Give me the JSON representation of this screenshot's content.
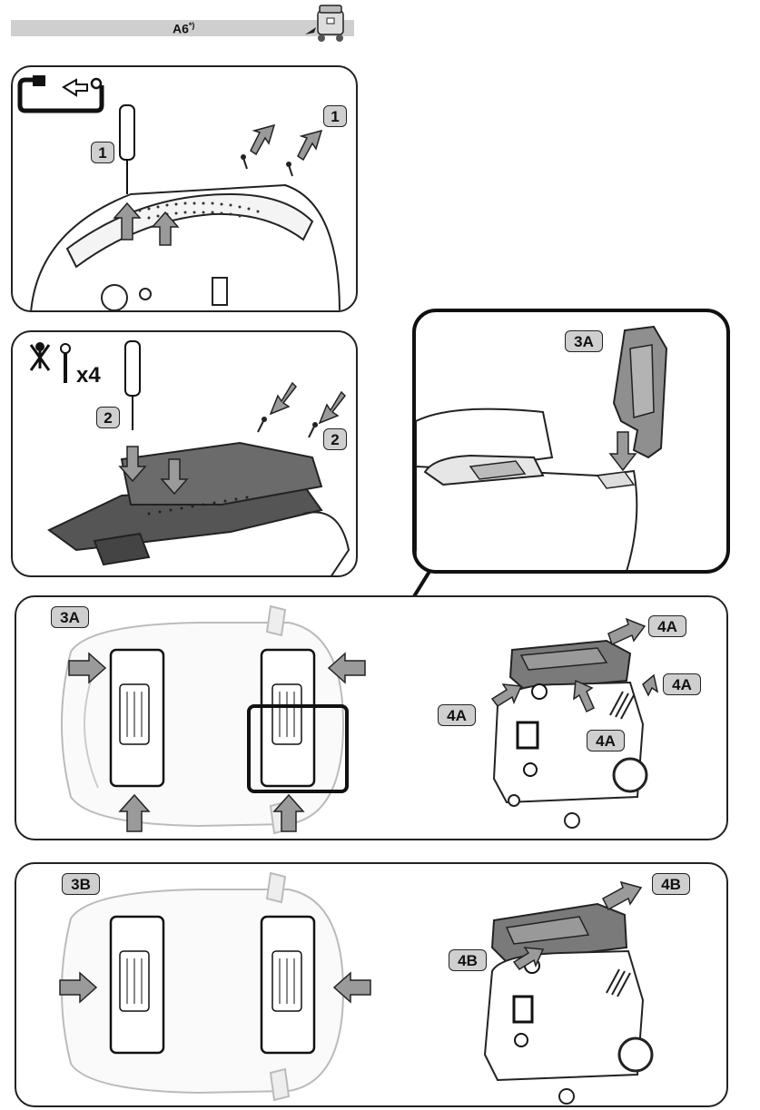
{
  "header": {
    "title": "A6",
    "title_sup": "*)"
  },
  "panel1": {
    "step_left": "1",
    "step_right": "1"
  },
  "panel2": {
    "quantity": "x4",
    "step_left": "2",
    "step_right": "2"
  },
  "detail": {
    "label": "3A"
  },
  "panel3": {
    "label_top_left": "3A",
    "labels_4a": [
      "4A",
      "4A",
      "4A",
      "4A"
    ]
  },
  "panel4": {
    "label_top_left": "3B",
    "labels_4b": [
      "4B",
      "4B"
    ]
  },
  "colors": {
    "badge_fill": "#cfcfcf",
    "header_bar": "#cfcfcf",
    "arrow_fill": "#9a9a9a",
    "line": "#222222"
  }
}
